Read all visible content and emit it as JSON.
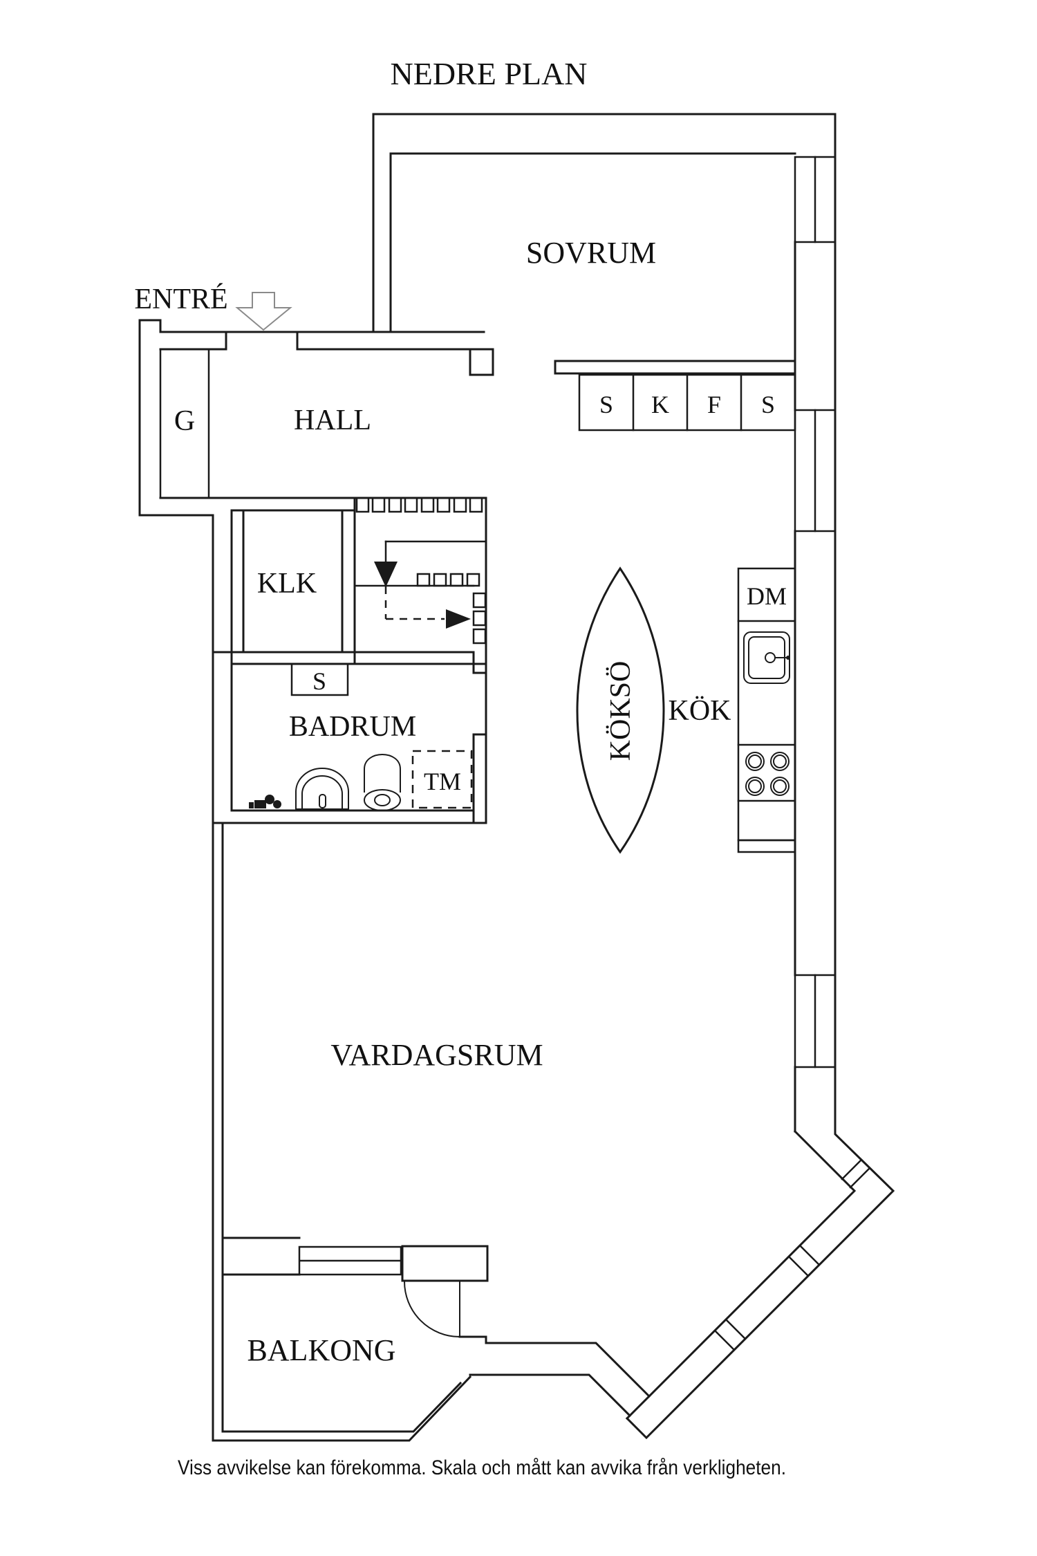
{
  "title": "NEDRE PLAN",
  "labels": {
    "entre": "ENTRÉ",
    "hall": "HALL",
    "garderob": "G",
    "sovrum": "SOVRUM",
    "klk": "KLK",
    "badrum": "BADRUM",
    "kok": "KÖK",
    "kokso": "KÖKSÖ",
    "vardagsrum": "VARDAGSRUM",
    "balkong": "BALKONG",
    "tm": "TM",
    "dm": "DM",
    "bathroom_cabinet": "S"
  },
  "wardrobe_sections": [
    "S",
    "K",
    "F",
    "S"
  ],
  "footer": {
    "disclaimer": "Viss avvikelse kan förekomma. Skala och mått kan avvika från verkligheten."
  },
  "colors": {
    "line": "#1a1a1a",
    "text": "#111111",
    "arrow_outline": "#8a8a8a",
    "background": "#ffffff"
  }
}
